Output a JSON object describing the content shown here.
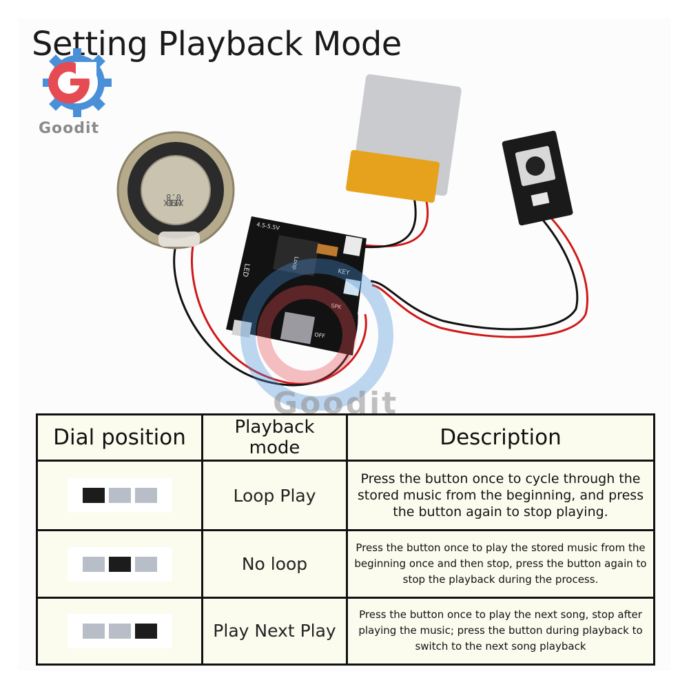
{
  "header": {
    "title": "Setting Playback Mode"
  },
  "logo": {
    "text": "Goodit"
  },
  "watermark": {
    "text": "Goodit"
  },
  "illustration": {
    "speaker_markings": [
      "M90",
      "0.8",
      "XIIX"
    ],
    "board_labels": [
      "LED",
      "4.5-5.5V",
      "KEY",
      "SPK",
      "OFF",
      "Loop"
    ]
  },
  "table": {
    "headers": [
      "Dial position",
      "Playback mode",
      "Description"
    ],
    "rows": [
      {
        "dial_on": 1,
        "mode": "Loop Play",
        "description": "Press the button once to cycle through the stored music from the beginning, and press the button again to stop playing."
      },
      {
        "dial_on": 2,
        "mode": "No loop",
        "description": "Press the button once to play the stored music from the beginning once and then stop, press the button again to stop the playback during the process."
      },
      {
        "dial_on": 3,
        "mode": "Play Next Play",
        "description": "Press the button once to play the next song, stop after playing the music; press the button during playback to switch to the next song playback"
      }
    ]
  },
  "colors": {
    "table_bg": "#fbfbee",
    "dial_off": "#b8bec8",
    "dial_on": "#1c1c1c",
    "border": "#111111"
  }
}
